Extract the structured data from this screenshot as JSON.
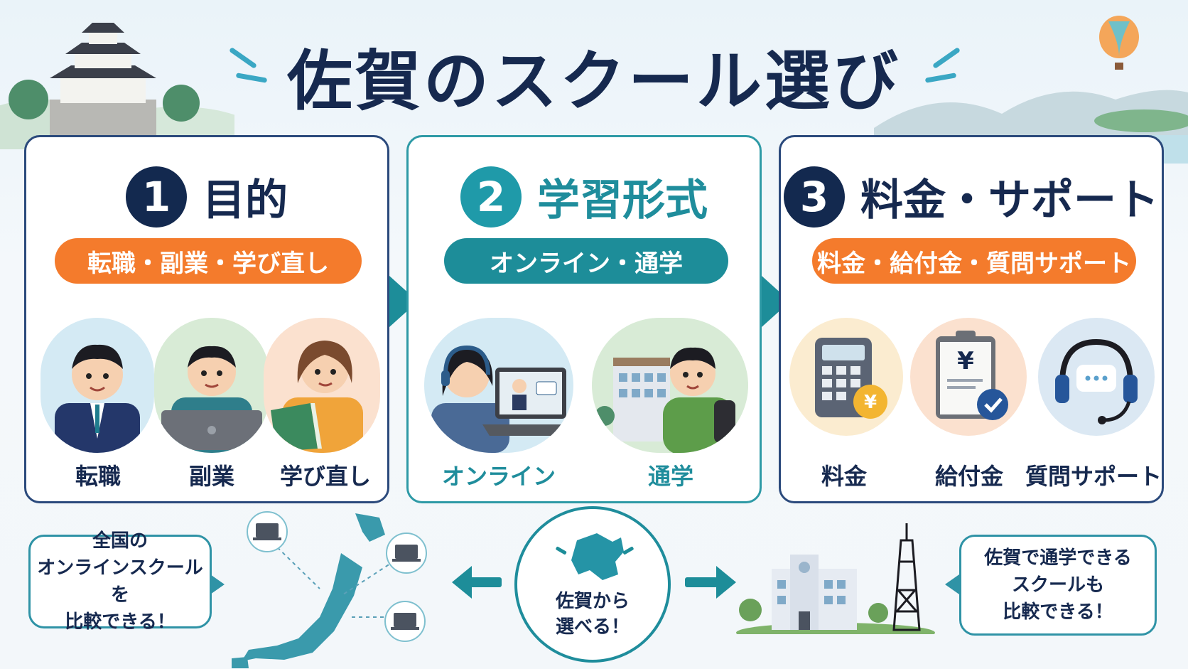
{
  "title": "佐賀のスクール選び",
  "cards": [
    {
      "number": "1",
      "heading": "目的",
      "pill": "転職・副業・学び直し",
      "items": [
        {
          "label": "転職",
          "icon": "businessman-icon"
        },
        {
          "label": "副業",
          "icon": "laptop-worker-icon"
        },
        {
          "label": "学び直し",
          "icon": "student-book-icon"
        }
      ]
    },
    {
      "number": "2",
      "heading": "学習形式",
      "pill": "オンライン・通学",
      "items": [
        {
          "label": "オンライン",
          "icon": "online-learner-icon"
        },
        {
          "label": "通学",
          "icon": "commuting-student-icon"
        }
      ]
    },
    {
      "number": "3",
      "heading": "料金・サポート",
      "pill": "料金・給付金・質問サポート",
      "items": [
        {
          "label": "料金",
          "icon": "calculator-icon"
        },
        {
          "label": "給付金",
          "icon": "clipboard-check-icon"
        },
        {
          "label": "質問サポート",
          "icon": "headset-icon"
        }
      ]
    }
  ],
  "bottom": {
    "left_bubble": [
      "全国の",
      "オンラインスクールを",
      "比較できる！"
    ],
    "center": [
      "佐賀から",
      "選べる！"
    ],
    "right_bubble": [
      "佐賀で通学できる",
      "スクールも",
      "比較できる！"
    ]
  },
  "colors": {
    "navy": "#16294f",
    "teal": "#1f8d9c",
    "orange": "#f47b2c"
  }
}
